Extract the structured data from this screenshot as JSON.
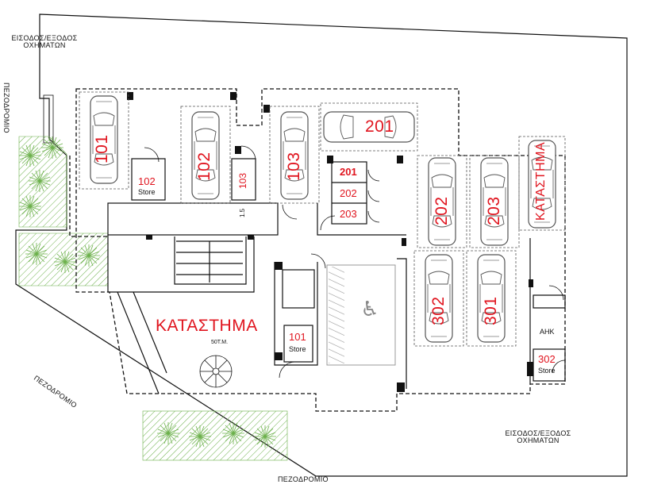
{
  "labels": {
    "vehicle_entry_top": "ΕΙΣΟΔΟΣ/ΕΞΟΔΟΣ\nΟΧΗΜΑΤΩΝ",
    "vehicle_entry_bottom": "ΕΙΣΟΔΟΣ/ΕΞΟΔΟΣ\nΟΧΗΜΑΤΩΝ",
    "sidewalk_left_top": "ΠΕΖΟΔΡΟΜΙΟ",
    "sidewalk_left_bottom": "ΠΕΖΟΔΡΟΜΙΟ",
    "sidewalk_bottom": "ΠΕΖΟΔΡΟΜΙΟ",
    "shop": "ΚΑΤΑΣΤΗΜΑ",
    "shop_right": "ΚΑΤΑΣΤΗΜΑ",
    "shop_area": "50Τ.Μ.",
    "dimension": "1.5",
    "ahk": "ΑΗΚ",
    "store_word": "Store"
  },
  "parking": [
    "101",
    "102",
    "103",
    "201",
    "202",
    "203",
    "302",
    "301"
  ],
  "stores": [
    "102",
    "103",
    "101",
    "302"
  ],
  "storage_small": [
    "201",
    "202",
    "203"
  ],
  "colors": {
    "red": "#e0141e",
    "line": "#111111",
    "grey": "#888888",
    "tree": "#6bb04a"
  }
}
